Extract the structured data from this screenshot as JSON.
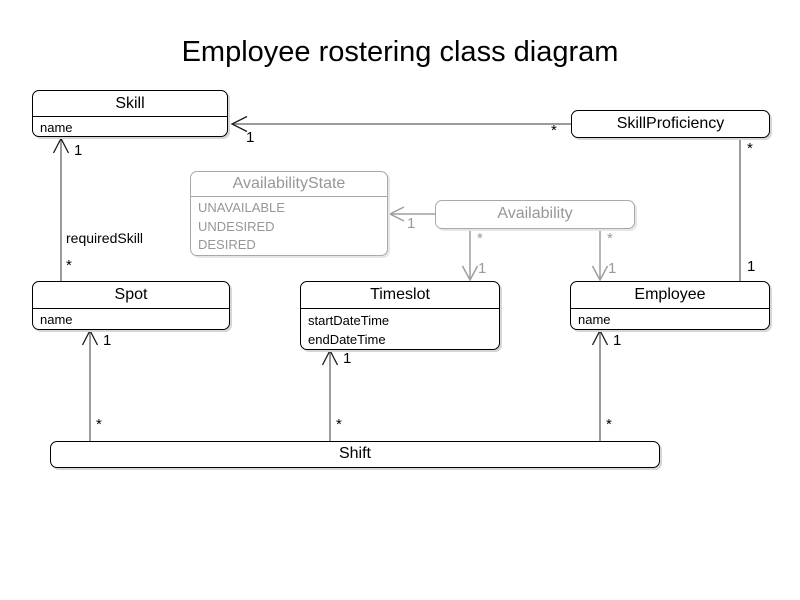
{
  "title": "Employee rostering class diagram",
  "classes": {
    "skill": {
      "name": "Skill",
      "attributes": [
        "name"
      ]
    },
    "skillProficiency": {
      "name": "SkillProficiency",
      "attributes": []
    },
    "availabilityState": {
      "name": "AvailabilityState",
      "attributes": [
        "UNAVAILABLE",
        "UNDESIRED",
        "DESIRED"
      ],
      "muted": true
    },
    "availability": {
      "name": "Availability",
      "attributes": [],
      "muted": true
    },
    "spot": {
      "name": "Spot",
      "attributes": [
        "name"
      ]
    },
    "timeslot": {
      "name": "Timeslot",
      "attributes": [
        "startDateTime",
        "endDateTime"
      ]
    },
    "employee": {
      "name": "Employee",
      "attributes": [
        "name"
      ]
    },
    "shift": {
      "name": "Shift",
      "attributes": []
    }
  },
  "relations": {
    "skillproficiency_skill": {
      "skill_multiplicity": "1",
      "skillproficiency_multiplicity": "*"
    },
    "skillproficiency_employee": {
      "skillproficiency_multiplicity": "*",
      "employee_multiplicity": "1"
    },
    "spot_skill": {
      "label": "requiredSkill",
      "skill_multiplicity": "1",
      "spot_multiplicity": "*"
    },
    "shift_spot": {
      "spot_multiplicity": "1",
      "shift_multiplicity": "*"
    },
    "shift_timeslot": {
      "timeslot_multiplicity": "1",
      "shift_multiplicity": "*"
    },
    "shift_employee": {
      "employee_multiplicity": "1",
      "shift_multiplicity": "*"
    },
    "availability_availabilitystate": {
      "availabilitystate_multiplicity": "1"
    },
    "availability_timeslot": {
      "availability_multiplicity": "*",
      "timeslot_multiplicity": "1"
    },
    "availability_employee": {
      "availability_multiplicity": "*",
      "employee_multiplicity": "1"
    }
  },
  "colors": {
    "class_border": "#000000",
    "muted_gray": "#9a9a9a",
    "relation_line": "#7a7a7a",
    "shadow": "#d6d6d6",
    "background": "#ffffff"
  }
}
